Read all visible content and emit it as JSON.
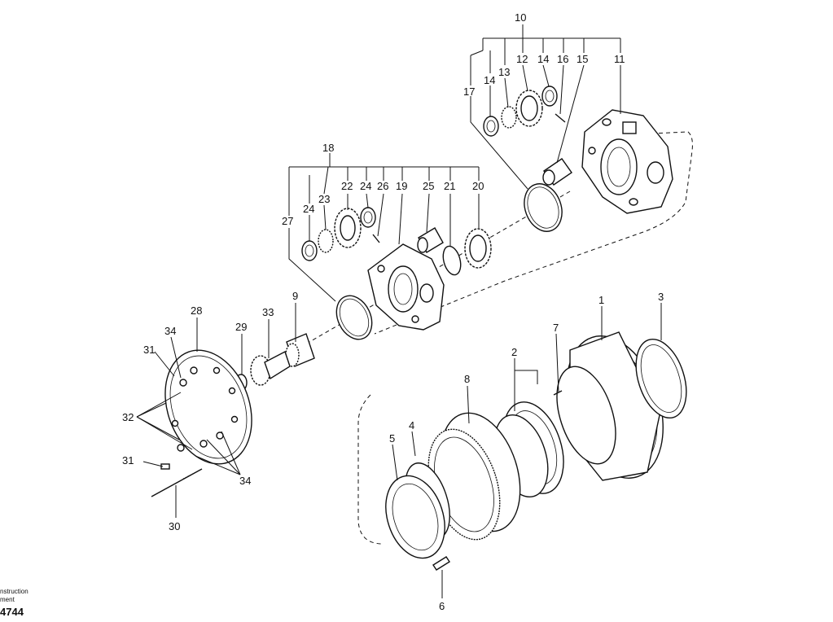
{
  "labels": {
    "p1": "1",
    "p2": "2",
    "p3": "3",
    "p4": "4",
    "p5": "5",
    "p6": "6",
    "p7": "7",
    "p8": "8",
    "p9": "9",
    "p10": "10",
    "p11": "11",
    "p12": "12",
    "p13": "13",
    "p14a": "14",
    "p14b": "14",
    "p15": "15",
    "p16": "16",
    "p17": "17",
    "p18": "18",
    "p19": "19",
    "p20": "20",
    "p21": "21",
    "p22": "22",
    "p23": "23",
    "p24a": "24",
    "p24b": "24",
    "p25": "25",
    "p26": "26",
    "p27": "27",
    "p28": "28",
    "p29": "29",
    "p30": "30",
    "p31a": "31",
    "p31b": "31",
    "p32": "32",
    "p33": "33",
    "p34a": "34",
    "p34b": "34"
  },
  "footer": {
    "line1": "nstruction",
    "line2": "ment",
    "code": "4744"
  }
}
